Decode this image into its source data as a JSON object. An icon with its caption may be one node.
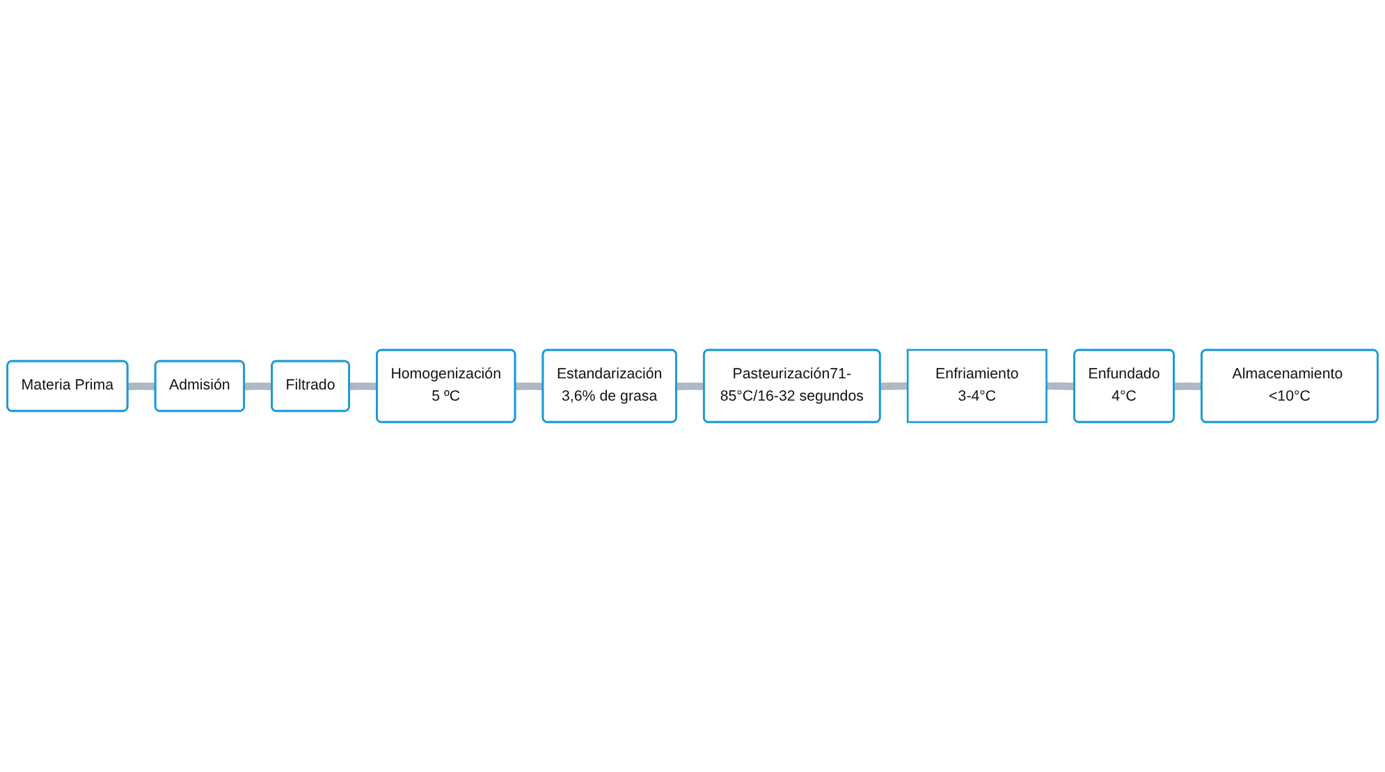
{
  "diagram": {
    "nodes": [
      {
        "text": [
          "Materia Prima"
        ]
      },
      {
        "text": [
          "Admisión"
        ]
      },
      {
        "text": [
          "Filtrado"
        ]
      },
      {
        "text": [
          "Homogenización",
          "5 ºC"
        ]
      },
      {
        "text": [
          "Estandarización",
          "3,6% de grasa"
        ]
      },
      {
        "text": [
          "Pasteurización71-85°C/16-32 segundos"
        ]
      },
      {
        "text": [
          "Enfriamiento",
          "3-4°C"
        ]
      },
      {
        "text": [
          "Enfundado",
          "4°C"
        ]
      },
      {
        "text": [
          "Almacenamiento <10°C"
        ]
      }
    ],
    "edges": [
      {
        "from": 0,
        "to": 1,
        "arrow": "none"
      },
      {
        "from": 1,
        "to": 2,
        "arrow": "none"
      },
      {
        "from": 2,
        "to": 3,
        "arrow": "none"
      },
      {
        "from": 3,
        "to": 4,
        "arrow": "none"
      },
      {
        "from": 4,
        "to": 5,
        "arrow": "none"
      },
      {
        "from": 5,
        "to": 6,
        "arrow": "none"
      },
      {
        "from": 6,
        "to": 7,
        "arrow": "none"
      },
      {
        "from": 7,
        "to": 8,
        "arrow": "none"
      }
    ]
  }
}
